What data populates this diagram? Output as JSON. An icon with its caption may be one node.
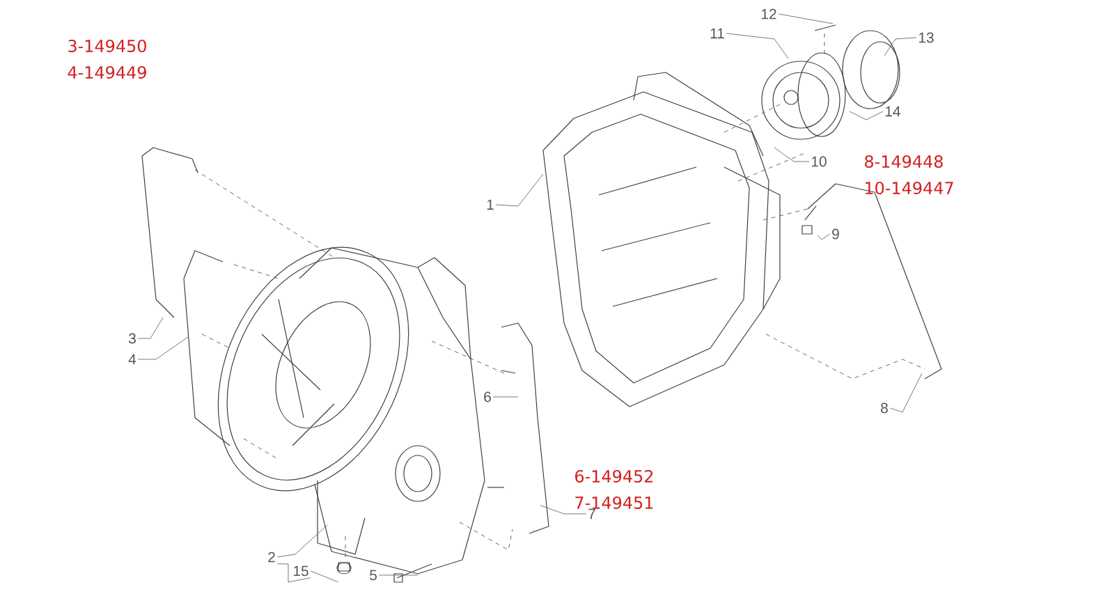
{
  "diagram": {
    "nodes": [
      {
        "text": [
          "1"
        ]
      },
      {
        "text": [
          "2"
        ]
      },
      {
        "text": [
          "3"
        ]
      },
      {
        "text": [
          "4"
        ]
      },
      {
        "text": [
          "5"
        ]
      },
      {
        "text": [
          "6"
        ]
      },
      {
        "text": [
          "7"
        ]
      },
      {
        "text": [
          "8"
        ]
      },
      {
        "text": [
          "9"
        ]
      },
      {
        "text": [
          "10"
        ]
      },
      {
        "text": [
          "11"
        ]
      },
      {
        "text": [
          "12"
        ]
      },
      {
        "text": [
          "13"
        ]
      },
      {
        "text": [
          "14"
        ]
      },
      {
        "text": [
          "15"
        ]
      }
    ],
    "edges": [
      {
        "from": 0,
        "to": null,
        "arrow": "none"
      },
      {
        "from": 1,
        "to": null,
        "arrow": "none"
      },
      {
        "from": 2,
        "to": null,
        "arrow": "none"
      },
      {
        "from": 3,
        "to": null,
        "arrow": "none"
      },
      {
        "from": 4,
        "to": null,
        "arrow": "none"
      },
      {
        "from": 5,
        "to": null,
        "arrow": "none"
      },
      {
        "from": 6,
        "to": null,
        "arrow": "none"
      },
      {
        "from": 7,
        "to": null,
        "arrow": "none"
      },
      {
        "from": 8,
        "to": null,
        "arrow": "none"
      },
      {
        "from": 9,
        "to": null,
        "arrow": "none"
      },
      {
        "from": 10,
        "to": null,
        "arrow": "none"
      },
      {
        "from": 11,
        "to": null,
        "arrow": "none"
      },
      {
        "from": 12,
        "to": null,
        "arrow": "none"
      },
      {
        "from": 13,
        "to": null,
        "arrow": "none"
      },
      {
        "from": 14,
        "to": null,
        "arrow": "none"
      },
      {
        "from": 1,
        "to": 14,
        "arrow": "none"
      }
    ],
    "labels": [
      "3-149450",
      "4-149449",
      "8-149448",
      "10-149447",
      "6-149452",
      "7-149451"
    ]
  }
}
